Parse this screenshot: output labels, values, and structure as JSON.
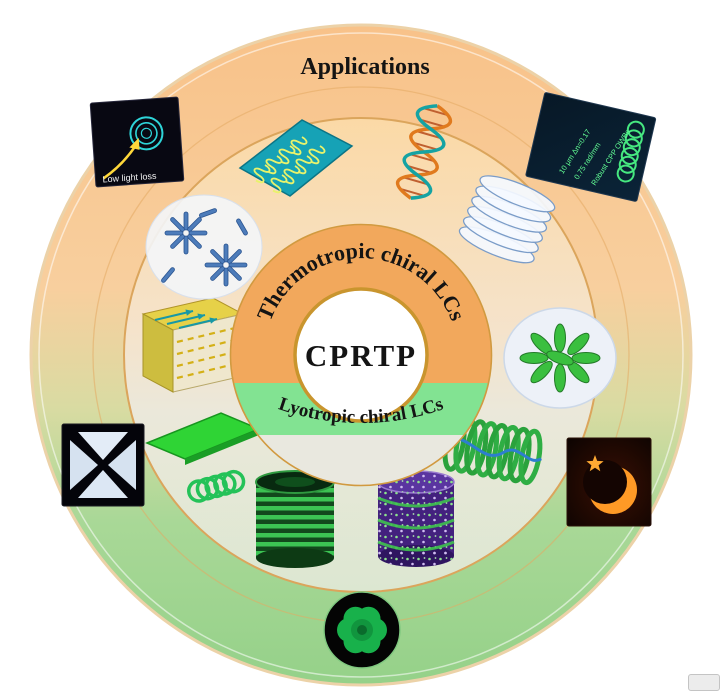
{
  "figure": {
    "title": "Applications",
    "center_label": "CPRTP",
    "sectors": {
      "thermotropic": "Thermotropic chiral LCs",
      "lyotropic": "Lyotropic chiral LCs"
    },
    "photos": {
      "fiber": {
        "caption": "Low light loss"
      },
      "owb": {
        "line1": "10 μm Δn=0.17",
        "line2": "0.75 rad/mm",
        "line3": "Robust CPP OWBs"
      }
    },
    "illustrations": [
      "cholesteric-film-slab",
      "dna-double-helix",
      "disc-stack-coil",
      "ellipsoid-droplet-disc",
      "helical-coil-cylinder",
      "dotted-purple-cylinder",
      "striped-green-cylinder",
      "green-spring",
      "green-film-slab",
      "layered-helix-box",
      "rod-swirl-texture",
      "conoscopy-cross",
      "crescent-moon-photo",
      "green-flower-pom",
      "fiber-photo",
      "waveguide-photo"
    ],
    "colors": {
      "outer_top": "#f8c289",
      "outer_bottom": "#95d189",
      "thermotropic_band": "#f2a85c",
      "lyotropic_band": "#82e392",
      "ring_gold": "#c9952e",
      "center_fill": "#ffffff",
      "text": "#141414"
    }
  }
}
